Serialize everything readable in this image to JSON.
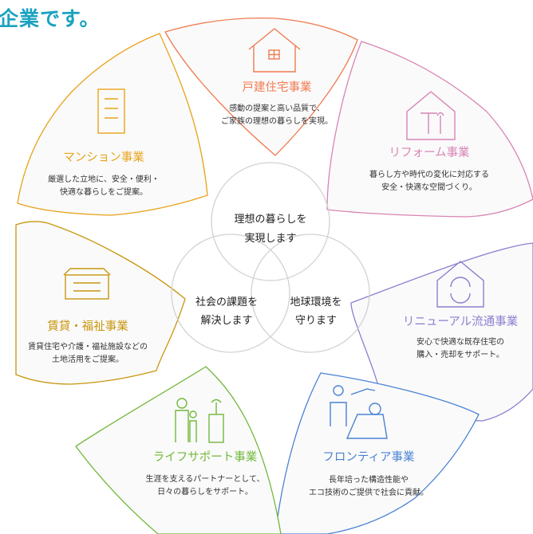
{
  "header": {
    "title": "企業です。"
  },
  "center": {
    "top": [
      "理想の暮らしを",
      "実現します"
    ],
    "left": [
      "社会の課題を",
      "解決します"
    ],
    "right": [
      "地球環境を",
      "守ります"
    ]
  },
  "businesses": [
    {
      "id": "detached-house",
      "title": "戸建住宅事業",
      "desc": [
        "感動の提案と高い品質で、",
        "ご家族の理想の暮らしを実現。"
      ],
      "color": "#f07b52",
      "icon": "house-icon"
    },
    {
      "id": "reform",
      "title": "リフォーム事業",
      "desc": [
        "暮らし方や時代の変化に対応する",
        "安全・快適な空間づくり。"
      ],
      "color": "#d884b4",
      "icon": "tools-house-icon"
    },
    {
      "id": "renewal-distribution",
      "title": "リニューアル流通事業",
      "desc": [
        "安心で快適な既存住宅の",
        "購入・売却をサポート。"
      ],
      "color": "#8a7fd0",
      "icon": "renewal-house-icon"
    },
    {
      "id": "frontier",
      "title": "フロンティア事業",
      "desc": [
        "長年培った構造性能や",
        "エコ技術のご提供で社会に貢献。"
      ],
      "color": "#4a82d4",
      "icon": "frontier-icon"
    },
    {
      "id": "life-support",
      "title": "ライフサポート事業",
      "desc": [
        "生涯を支えるパートナーとして、",
        "日々の暮らしをサポート。"
      ],
      "color": "#72b83b",
      "icon": "family-icon"
    },
    {
      "id": "rental-welfare",
      "title": "賃貸・福祉事業",
      "desc": [
        "賃貸住宅や介護・福祉施設などの",
        "土地活用をご提案。"
      ],
      "color": "#c8960e",
      "icon": "apartment-icon"
    },
    {
      "id": "condominium",
      "title": "マンション事業",
      "desc": [
        "厳選した立地に、安全・便利・",
        "快適な暮らしをご提案。"
      ],
      "color": "#e8a31a",
      "icon": "building-icon"
    }
  ]
}
